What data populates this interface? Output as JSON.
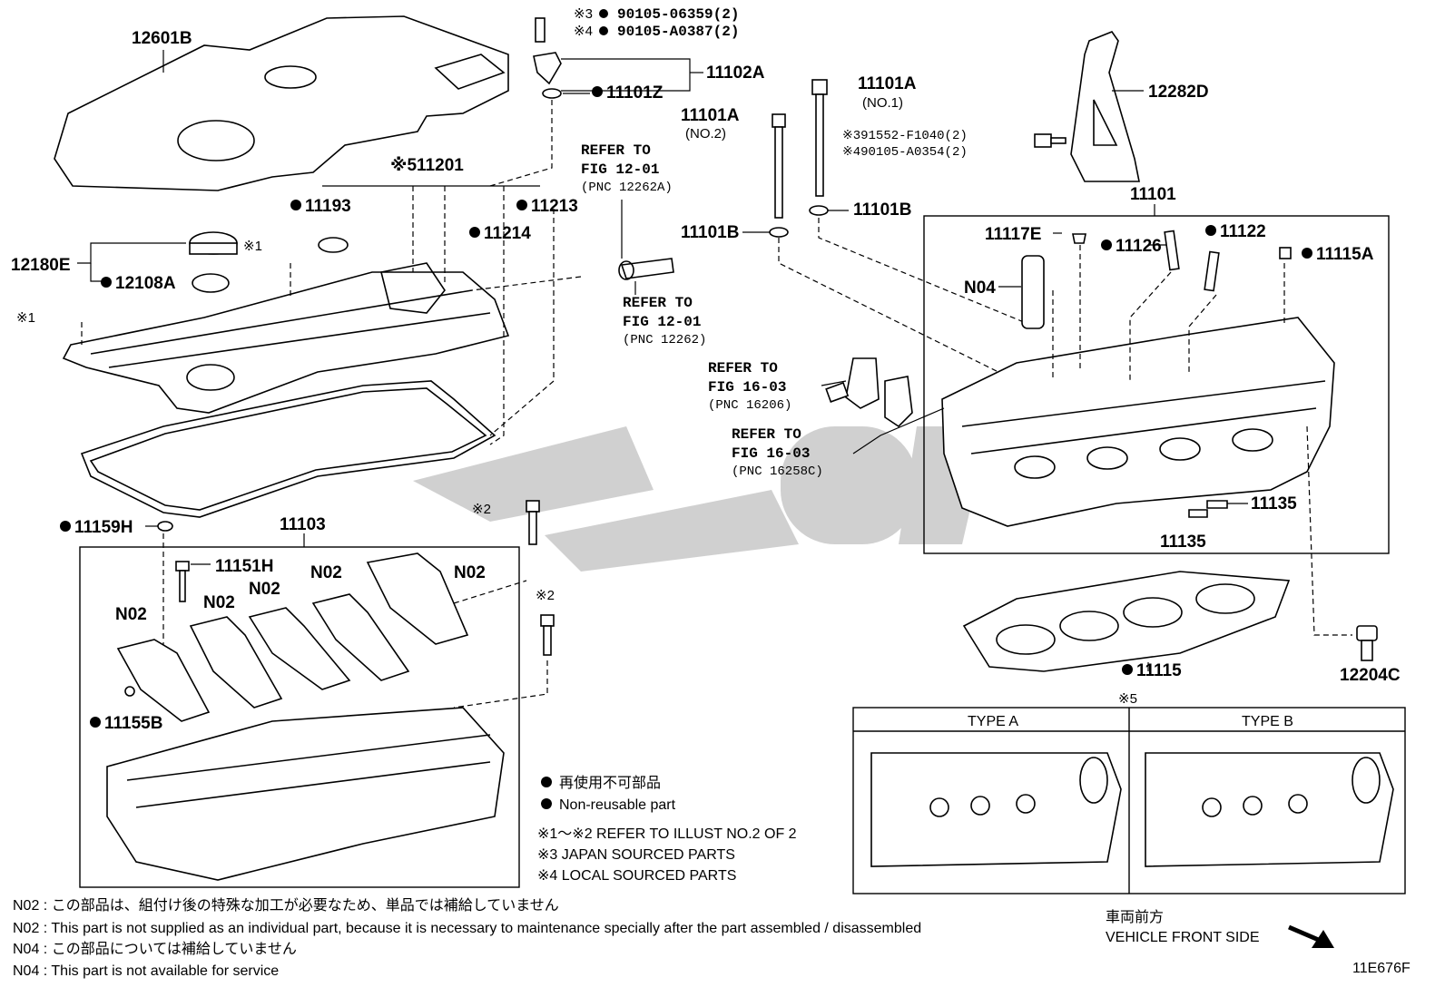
{
  "labels": {
    "p12601B": "12601B",
    "note3": "※3",
    "note4": "※4",
    "p90105_06359": "90105-06359(2)",
    "p90105_A0387": "90105-A0387(2)",
    "p11102A": "11102A",
    "p11101Z": "11101Z",
    "p11101A_1": "11101A",
    "no1": "(NO.1)",
    "p11101A_2": "11101A",
    "no2": "(NO.2)",
    "p12282D": "12282D",
    "p91552": "※391552-F1040(2)",
    "p90105_A0354": "※490105-A0354(2)",
    "p11201": "※511201",
    "p11193": "11193",
    "p11213": "11213",
    "p11214": "11214",
    "p12180E": "12180E",
    "note1a": "※1",
    "p12108A": "12108A",
    "note1b": "※1",
    "refer1_a": "REFER TO",
    "refer1_b": "FIG 12-01",
    "refer1_c": "(PNC 12262A)",
    "refer2_a": "REFER TO",
    "refer2_b": "FIG 12-01",
    "refer2_c": "(PNC 12262)",
    "p11101B_l": "11101B",
    "p11101B_r": "11101B",
    "p11101": "11101",
    "p11117E": "11117E",
    "p11126": "11126",
    "p11122": "11122",
    "p11115A": "11115A",
    "pN04": "N04",
    "refer3_a": "REFER TO",
    "refer3_b": "FIG 16-03",
    "refer3_c": "(PNC 16206)",
    "refer4_a": "REFER TO",
    "refer4_b": "FIG 16-03",
    "refer4_c": "(PNC 16258C)",
    "p11135_a": "11135",
    "p11135_b": "11135",
    "p11159H": "11159H",
    "p11103": "11103",
    "note2a": "※2",
    "note2b": "※2",
    "p11151H": "11151H",
    "n02_a": "N02",
    "n02_b": "N02",
    "n02_c": "N02",
    "n02_d": "N02",
    "n02_e": "N02",
    "p11155B": "11155B",
    "p11115": "11115",
    "p12204C": "12204C",
    "note5": "※5",
    "typeA": "TYPE A",
    "typeB": "TYPE B"
  },
  "legend": {
    "nonreusable_jp": "再使用不可部品",
    "nonreusable_en": "Non-reusable part",
    "ref12": "※1～※2  REFER TO ILLUST NO.2 OF 2",
    "ref3": "※3 JAPAN SOURCED PARTS",
    "ref4": "※4 LOCAL SOURCED PARTS"
  },
  "footnotes": [
    "N02 : この部品は、組付け後の特殊な加工が必要なため、単品では補給していません",
    "N02 : This part is not supplied as an individual part, because it is necessary to maintenance specially after the part assembled / disassembled",
    "N04 : この部品については補給していません",
    "N04 : This part is not available for service"
  ],
  "vehicle_front_jp": "車両前方",
  "vehicle_front_en": "VEHICLE FRONT SIDE",
  "figure_code": "11E676F"
}
